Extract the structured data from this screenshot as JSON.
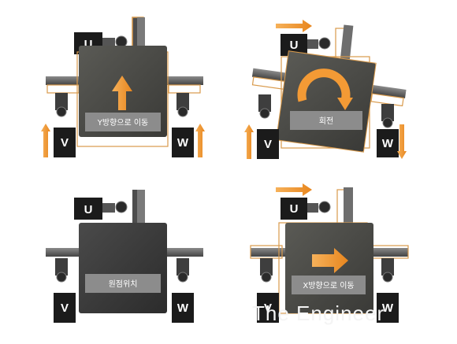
{
  "colors": {
    "accent": "#f39a35",
    "stage": "#4a4a47",
    "stage_neutral": "#3c3c3c",
    "motor": "#1b1b1b",
    "rail": "#5d5d5d",
    "label_box": "#8c8c8c",
    "outline": "#d99a4b"
  },
  "panels": [
    {
      "id": "y-move",
      "label": "Y방향으로 이동",
      "motors": {
        "u": "U",
        "v": "V",
        "w": "W"
      },
      "icon": "arrow-up-icon"
    },
    {
      "id": "rotate",
      "label": "회전",
      "motors": {
        "u": "U",
        "v": "V",
        "w": "W"
      },
      "icon": "rotate-arrow-icon"
    },
    {
      "id": "origin",
      "label": "원점위치",
      "motors": {
        "u": "U",
        "v": "V",
        "w": "W"
      },
      "icon": ""
    },
    {
      "id": "x-move",
      "label": "X방향으로 이동",
      "motors": {
        "u": "U",
        "v": "V",
        "w": "W"
      },
      "icon": "arrow-right-icon"
    }
  ],
  "watermark": "The Engineer"
}
